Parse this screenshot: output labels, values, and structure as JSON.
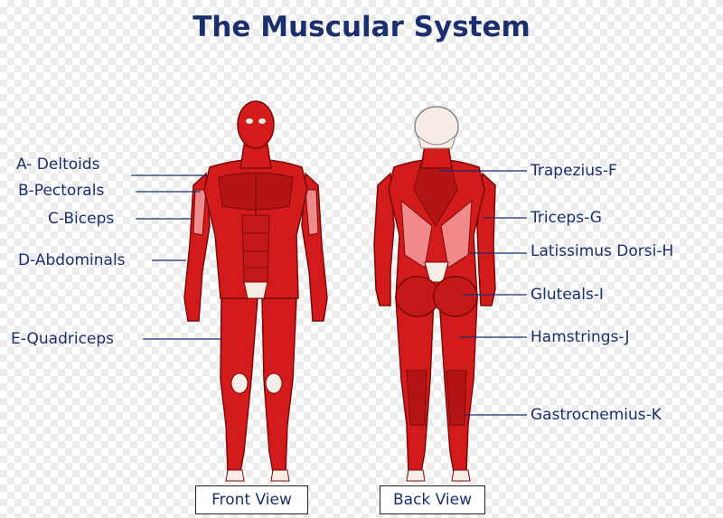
{
  "title": "The Muscular System",
  "colors": {
    "title": "#1b2f6e",
    "muscle": "#d31b1b",
    "muscle_dark": "#8f0d0d",
    "muscle_light": "#f08a8a",
    "skin": "#f7ede6",
    "leader_line": "#1b2f6e"
  },
  "front_labels": {
    "a": "A- Deltoids",
    "b": "B-Pectorals",
    "c": "C-Biceps",
    "d": "D-Abdominals",
    "e": "E-Quadriceps"
  },
  "back_labels": {
    "f": "Trapezius-F",
    "g": "Triceps-G",
    "h": "Latissimus Dorsi-H",
    "i": "Gluteals-I",
    "j": "Hamstrings-J",
    "k": "Gastrocnemius-K"
  },
  "buttons": {
    "front": "Front View",
    "back": "Back View"
  }
}
